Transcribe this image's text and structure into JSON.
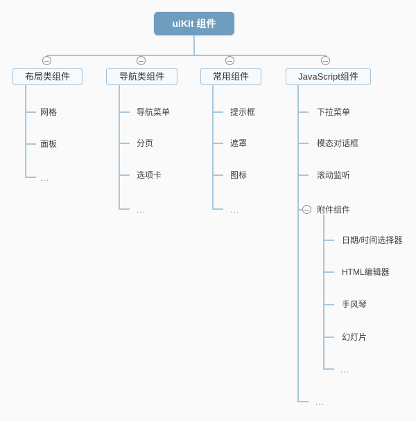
{
  "colors": {
    "background": "#fafafa",
    "root_fill": "#6f9dbf",
    "root_text": "#ffffff",
    "node_border": "#9ec2da",
    "node_fill": "#f7fafc",
    "node_text": "#333333",
    "connector_line": "#a7c6db",
    "collapse_icon": "#8f8f8f"
  },
  "icons": {
    "collapse_glyph": "minus-circle"
  },
  "tree": {
    "root": {
      "label": "uiKit 组件"
    },
    "branches": [
      {
        "label": "布局类组件",
        "children": [
          {
            "label": "网格"
          },
          {
            "label": "面板"
          },
          {
            "label": "..."
          }
        ]
      },
      {
        "label": "导航类组件",
        "children": [
          {
            "label": "导航菜单"
          },
          {
            "label": "分页"
          },
          {
            "label": "选项卡"
          },
          {
            "label": "..."
          }
        ]
      },
      {
        "label": "常用组件",
        "children": [
          {
            "label": "提示框"
          },
          {
            "label": "遮罩"
          },
          {
            "label": "图标"
          },
          {
            "label": "..."
          }
        ]
      },
      {
        "label": "JavaScript组件",
        "children": [
          {
            "label": "下拉菜单"
          },
          {
            "label": "模态对话框"
          },
          {
            "label": "滚动监听"
          },
          {
            "label": "附件组件",
            "children": [
              {
                "label": "日期/时间选择器"
              },
              {
                "label": "HTML编辑器"
              },
              {
                "label": "手风琴"
              },
              {
                "label": "幻灯片"
              },
              {
                "label": "..."
              }
            ]
          },
          {
            "label": "..."
          }
        ]
      }
    ]
  }
}
